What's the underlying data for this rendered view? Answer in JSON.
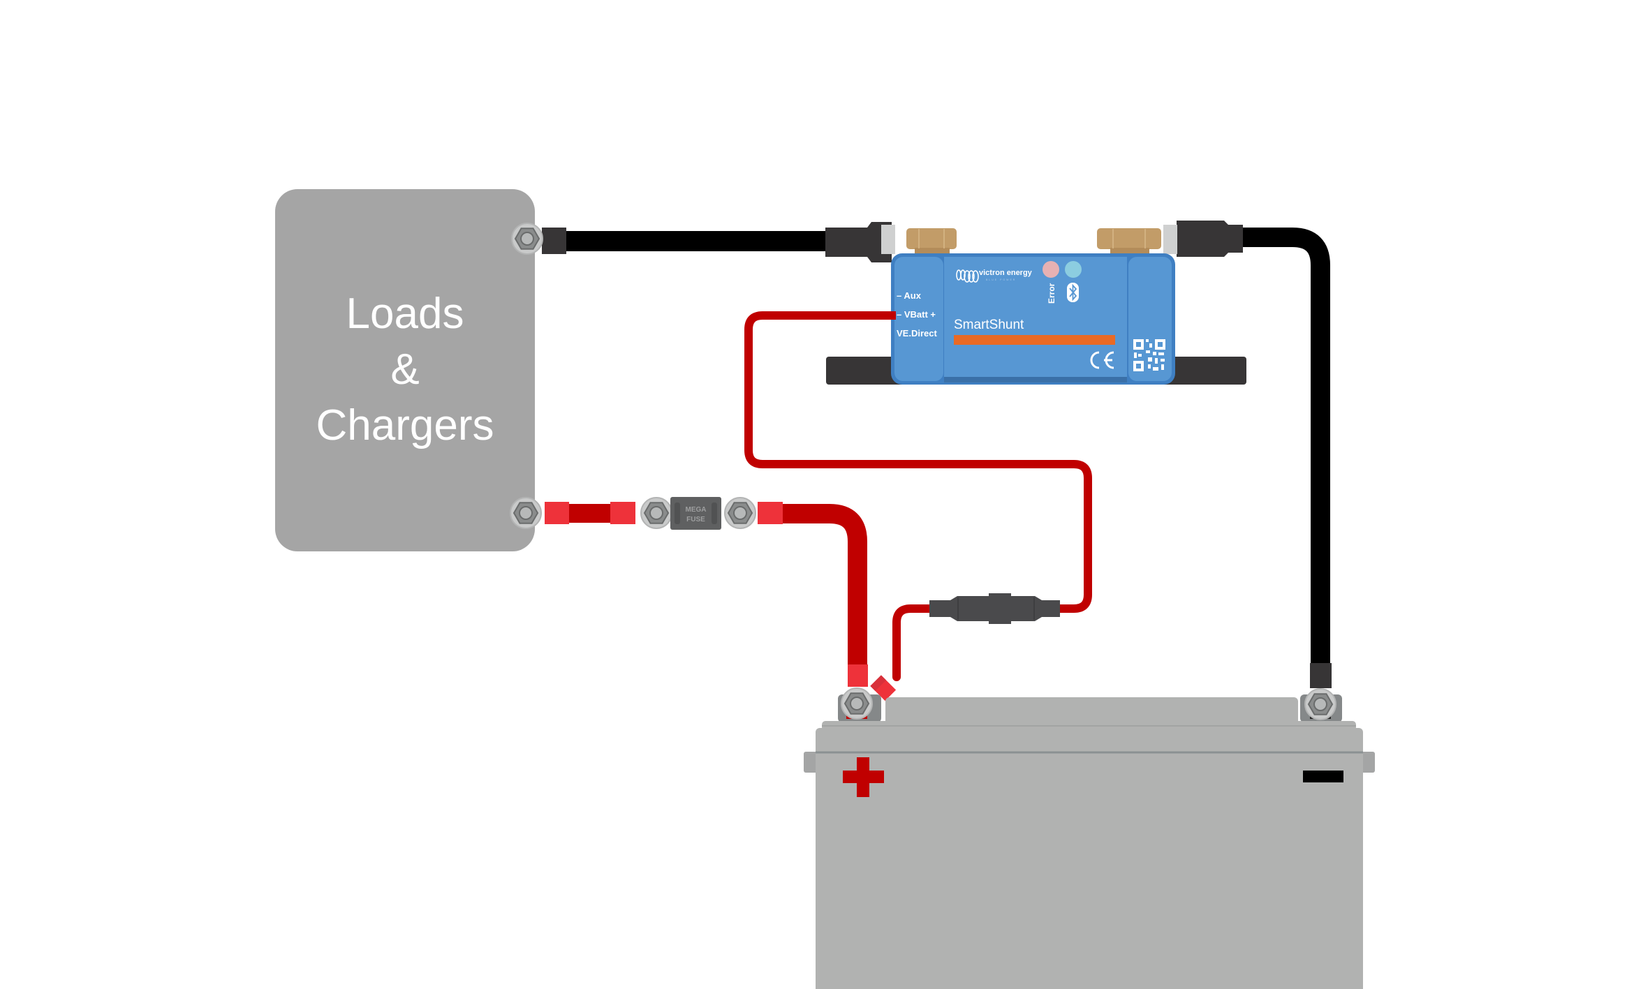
{
  "loads_box": {
    "line1": "Loads",
    "line2": "&",
    "line3": "Chargers"
  },
  "smartshunt": {
    "brand": "victron energy",
    "brand_tagline": "BLUE POWER",
    "model": "SmartShunt",
    "port_labels": {
      "aux": "– Aux",
      "vbatt": "– VBatt +",
      "vedirect": "VE.Direct"
    },
    "led_error_label": "Error",
    "ce_mark": "CE",
    "bluetooth_icon": "bluetooth-icon",
    "qr_icon": "qr-code-icon"
  },
  "fuse": {
    "line1": "MEGA",
    "line2": "FUSE"
  },
  "battery": {
    "positive_symbol": "+",
    "negative_symbol": "−"
  },
  "colors": {
    "red_cable": "#c00000",
    "red_crimp": "#ee323a",
    "black_cable": "#000000",
    "connector_dark": "#373536",
    "box_gray": "#a5a5a5",
    "battery_gray": "#b1b2b1",
    "shunt_blue": "#5797d3",
    "shunt_blue_dark": "#3f7fc2",
    "orange_bar": "#e96a25",
    "brass": "#c29c68",
    "led_error": "#e6b1b3",
    "led_bt": "#8ccde0"
  }
}
